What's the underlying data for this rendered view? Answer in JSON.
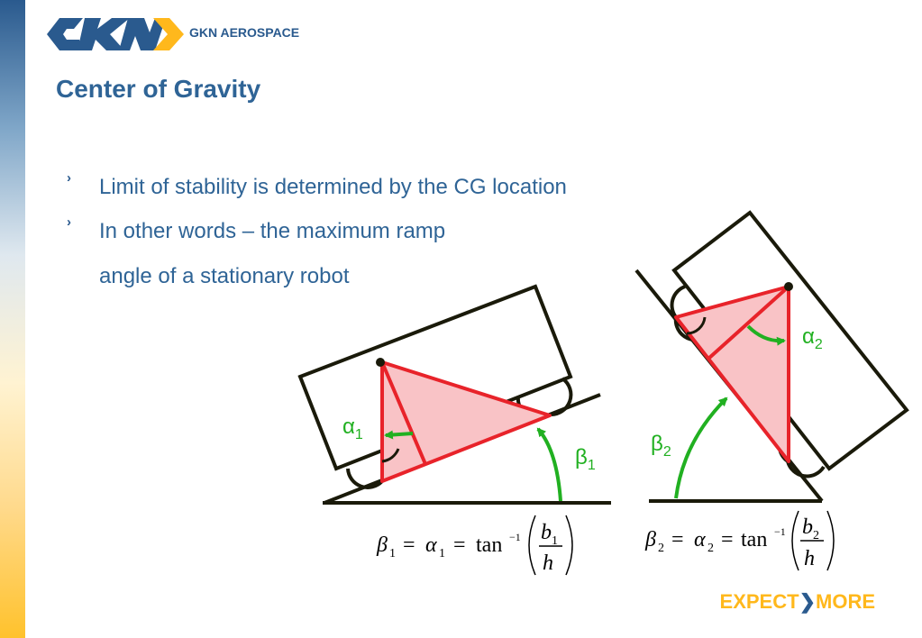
{
  "brand": {
    "logo_text": "GKN AEROSPACE",
    "tagline_left": "EXPECT",
    "tagline_right": "MORE",
    "colors": {
      "blue": "#2a5a8e",
      "gold": "#ffb81c",
      "text_blue": "#2f6496"
    }
  },
  "slide": {
    "title": "Center of Gravity",
    "bullets": [
      {
        "text": "Limit of stability is determined by the CG location"
      },
      {
        "text": "In other words – the maximum ramp",
        "continuation": "angle of a stationary robot"
      }
    ],
    "bullet_glyph": "›"
  },
  "diagram": {
    "left": {
      "alpha": "α",
      "alpha_sub": "1",
      "beta": "β",
      "beta_sub": "1"
    },
    "right": {
      "alpha": "α",
      "alpha_sub": "2",
      "beta": "β",
      "beta_sub": "2"
    },
    "colors": {
      "outline": "#1a1a0a",
      "triangle": "#e8232a",
      "fill": "#f9c3c6",
      "arrow": "#21b021"
    }
  },
  "formulas": {
    "left": {
      "beta": "β",
      "sub": "1",
      "alpha": "α",
      "num": "b",
      "den": "h",
      "func": "tan",
      "exp": "−1"
    },
    "right": {
      "beta": "β",
      "sub": "2",
      "alpha": "α",
      "num": "b",
      "den": "h",
      "func": "tan",
      "exp": "−1"
    }
  }
}
